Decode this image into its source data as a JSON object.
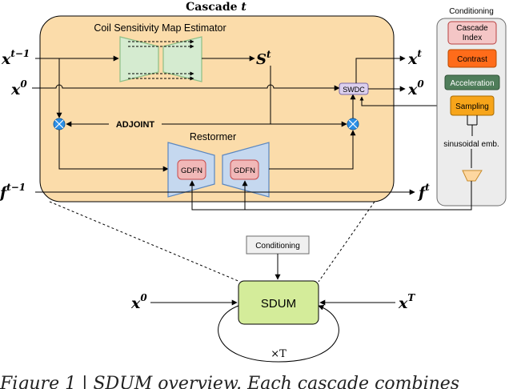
{
  "cascade": {
    "title_text": "Cascade ",
    "title_var": "t"
  },
  "coil_estimator": {
    "label": "Coil Sensitivity Map Estimator"
  },
  "restormer": {
    "label": "Restormer"
  },
  "blocks": {
    "gdfn_label": "GDFN",
    "swdc_label": "SWDC",
    "adjoint_label": "ADJOINT",
    "conditioning_label": "Conditioning",
    "sdum_label": "SDUM"
  },
  "conditioning_panel": {
    "title": "Conditioning",
    "cascade_index_line1": "Cascade",
    "cascade_index_line2": "Index",
    "contrast": "Contrast",
    "acceleration": "Acceleration",
    "sampling": "Sampling",
    "embedding": "sinusoidal emb."
  },
  "vars": {
    "x": "x",
    "f": "f",
    "S": "S",
    "sup_t": "t",
    "sup_tm1": "t−1",
    "sup_0": "0",
    "sup_T": "T",
    "times_T": "×T"
  },
  "caption": "Figure 1 | SDUM overview. Each cascade combines"
}
